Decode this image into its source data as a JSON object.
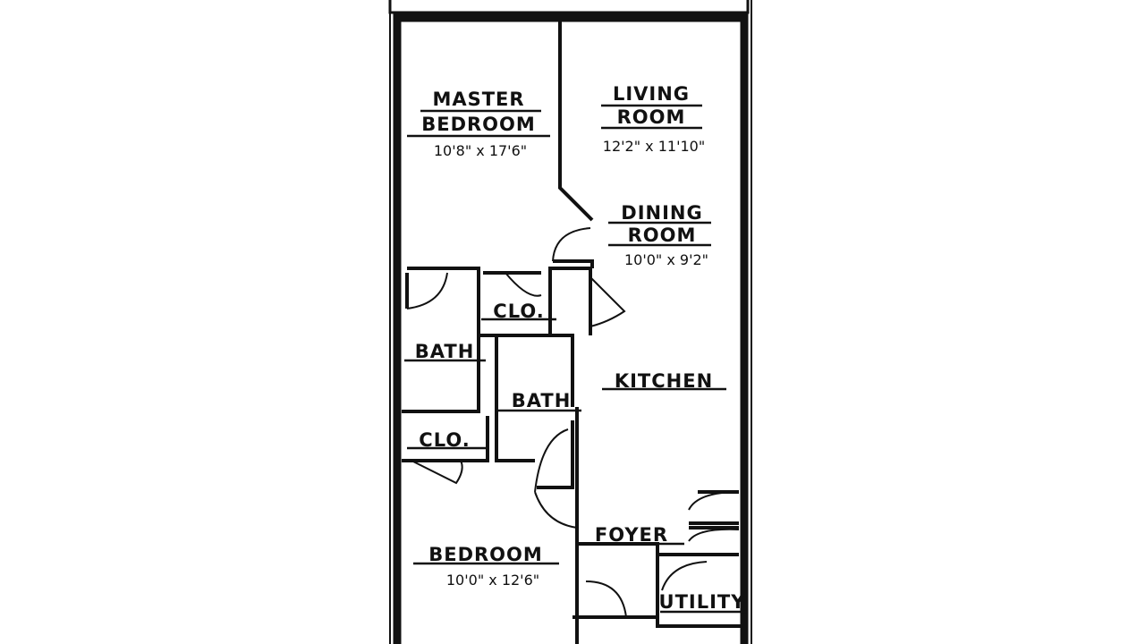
{
  "rooms": {
    "master_bedroom": {
      "line1": "MASTER",
      "line2": "BEDROOM",
      "dims": "10'8\" x 17'6\""
    },
    "living_room": {
      "line1": "LIVING",
      "line2": "ROOM",
      "dims": "12'2\" x 11'10\""
    },
    "dining_room": {
      "line1": "DINING",
      "line2": "ROOM",
      "dims": "10'0\" x 9'2\""
    },
    "closet_1": {
      "label": "CLO."
    },
    "bath_1": {
      "label": "BATH"
    },
    "bath_2": {
      "label": "BATH"
    },
    "kitchen": {
      "label": "KITCHEN"
    },
    "closet_2": {
      "label": "CLO."
    },
    "foyer": {
      "label": "FOYER"
    },
    "bedroom": {
      "label": "BEDROOM",
      "dims": "10'0\" x 12'6\""
    },
    "utility": {
      "label": "UTILITY"
    }
  }
}
